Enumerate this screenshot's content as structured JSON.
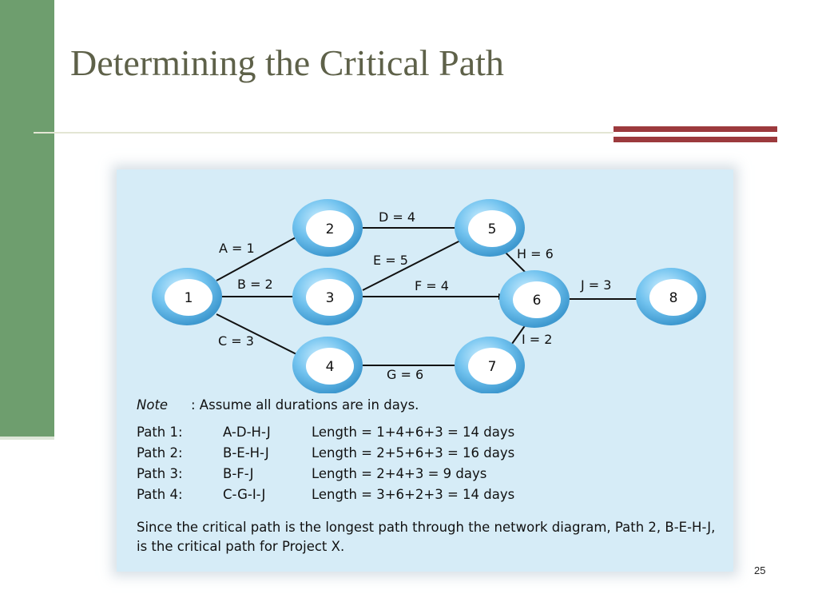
{
  "slide": {
    "title": "Determining the Critical Path",
    "page_number": "25"
  },
  "colors": {
    "sidebar": "#6e9e6e",
    "title_text": "#5e6149",
    "accent_bars": "#9c3a3d",
    "figure_background": "#d6ecf7",
    "node_fill": "#ffffff",
    "node_ring": "#5db6e6"
  },
  "diagram": {
    "nodes": [
      "1",
      "2",
      "3",
      "4",
      "5",
      "6",
      "7",
      "8"
    ],
    "edges": [
      {
        "from": "1",
        "to": "2",
        "label": "A = 1"
      },
      {
        "from": "1",
        "to": "3",
        "label": "B = 2"
      },
      {
        "from": "1",
        "to": "4",
        "label": "C = 3"
      },
      {
        "from": "2",
        "to": "5",
        "label": "D = 4"
      },
      {
        "from": "3",
        "to": "5",
        "label": "E = 5"
      },
      {
        "from": "3",
        "to": "6",
        "label": "F = 4"
      },
      {
        "from": "4",
        "to": "7",
        "label": "G = 6"
      },
      {
        "from": "5",
        "to": "6",
        "label": "H = 6"
      },
      {
        "from": "7",
        "to": "6",
        "label": "I = 2"
      },
      {
        "from": "6",
        "to": "8",
        "label": "J = 3"
      }
    ]
  },
  "note": {
    "label": "Note",
    "text": ":   Assume all durations are in days."
  },
  "paths": [
    {
      "name": "Path 1:",
      "sequence": "A-D-H-J",
      "length": "Length = 1+4+6+3 = 14 days"
    },
    {
      "name": "Path 2:",
      "sequence": "B-E-H-J",
      "length": "Length = 2+5+6+3 = 16 days"
    },
    {
      "name": "Path 3:",
      "sequence": "B-F-J",
      "length": "Length = 2+4+3 = 9 days"
    },
    {
      "name": "Path 4:",
      "sequence": "C-G-I-J",
      "length": "Length = 3+6+2+3 = 14 days"
    }
  ],
  "conclusion": "Since the critical path is the longest path through the network diagram, Path 2, B-E-H-J, is the critical path for Project X."
}
